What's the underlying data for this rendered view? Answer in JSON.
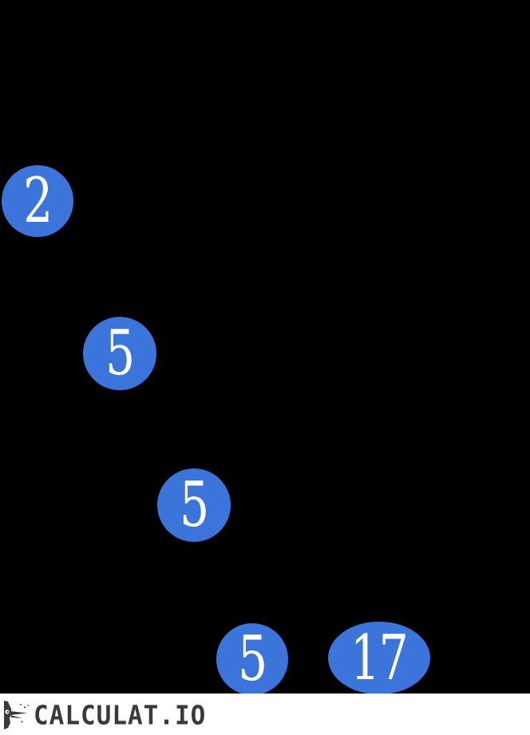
{
  "canvas": {
    "background_color": "#000000"
  },
  "factor_tree": {
    "node_color": "#3b75dc",
    "node_text_color": "#ffffff",
    "nodes": [
      {
        "value": "2"
      },
      {
        "value": "5"
      },
      {
        "value": "5"
      },
      {
        "value": "5"
      },
      {
        "value": "17"
      }
    ]
  },
  "footer": {
    "logo_icon": "crow-icon",
    "logo_text": "CALCULAT.IO",
    "text_color": "#3a3a3a",
    "background_color": "#ffffff"
  }
}
